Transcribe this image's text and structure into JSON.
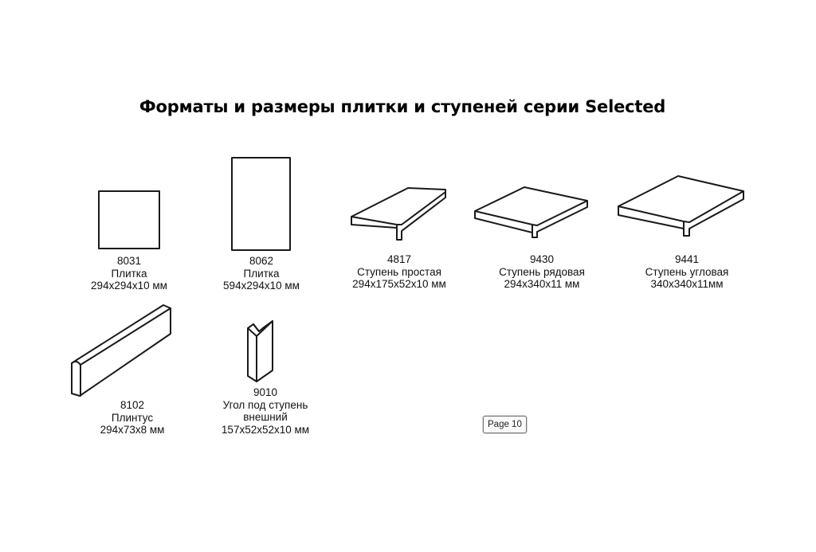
{
  "document": {
    "title": "Форматы и размеры плитки и ступеней серии Selected"
  },
  "products": [
    {
      "code": "8031",
      "name": "Плитка",
      "size": "294x294x10 мм",
      "shape": "square-tile-icon"
    },
    {
      "code": "8062",
      "name": "Плитка",
      "size": "594x294x10 мм",
      "shape": "rectangular-tile-icon"
    },
    {
      "code": "4817",
      "name": "Ступень простая",
      "size": "294x175x52x10 мм",
      "shape": "simple-step-icon"
    },
    {
      "code": "9430",
      "name": "Ступень рядовая",
      "size": "294x340x11 мм",
      "shape": "row-step-icon"
    },
    {
      "code": "9441",
      "name": "Ступень угловая",
      "size": "340x340x11мм",
      "shape": "corner-step-icon"
    },
    {
      "code": "8102",
      "name": "Плинтус",
      "size": "294x73x8 мм",
      "shape": "skirting-icon"
    },
    {
      "code": "9010",
      "name": "Угол под ступень",
      "name_line2": "внешний",
      "size": "157x52x52x10 мм",
      "shape": "outer-corner-icon"
    }
  ],
  "pager": {
    "label": "Page 10"
  },
  "colors": {
    "stroke": "#1a1a1a",
    "fill": "#ffffff",
    "text": "#111111"
  }
}
